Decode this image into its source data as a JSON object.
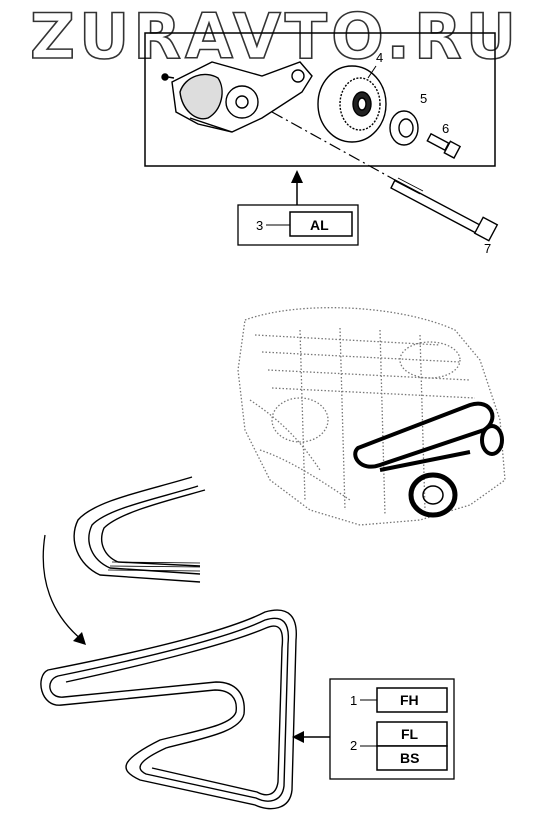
{
  "watermark": "ZURAVTO.RU",
  "callouts": {
    "c1": "1",
    "c2": "2",
    "c3": "3",
    "c4": "4",
    "c5": "5",
    "c6": "6",
    "c7": "7"
  },
  "codes": {
    "al": "AL",
    "fh": "FH",
    "fl": "FL",
    "bs": "BS"
  }
}
